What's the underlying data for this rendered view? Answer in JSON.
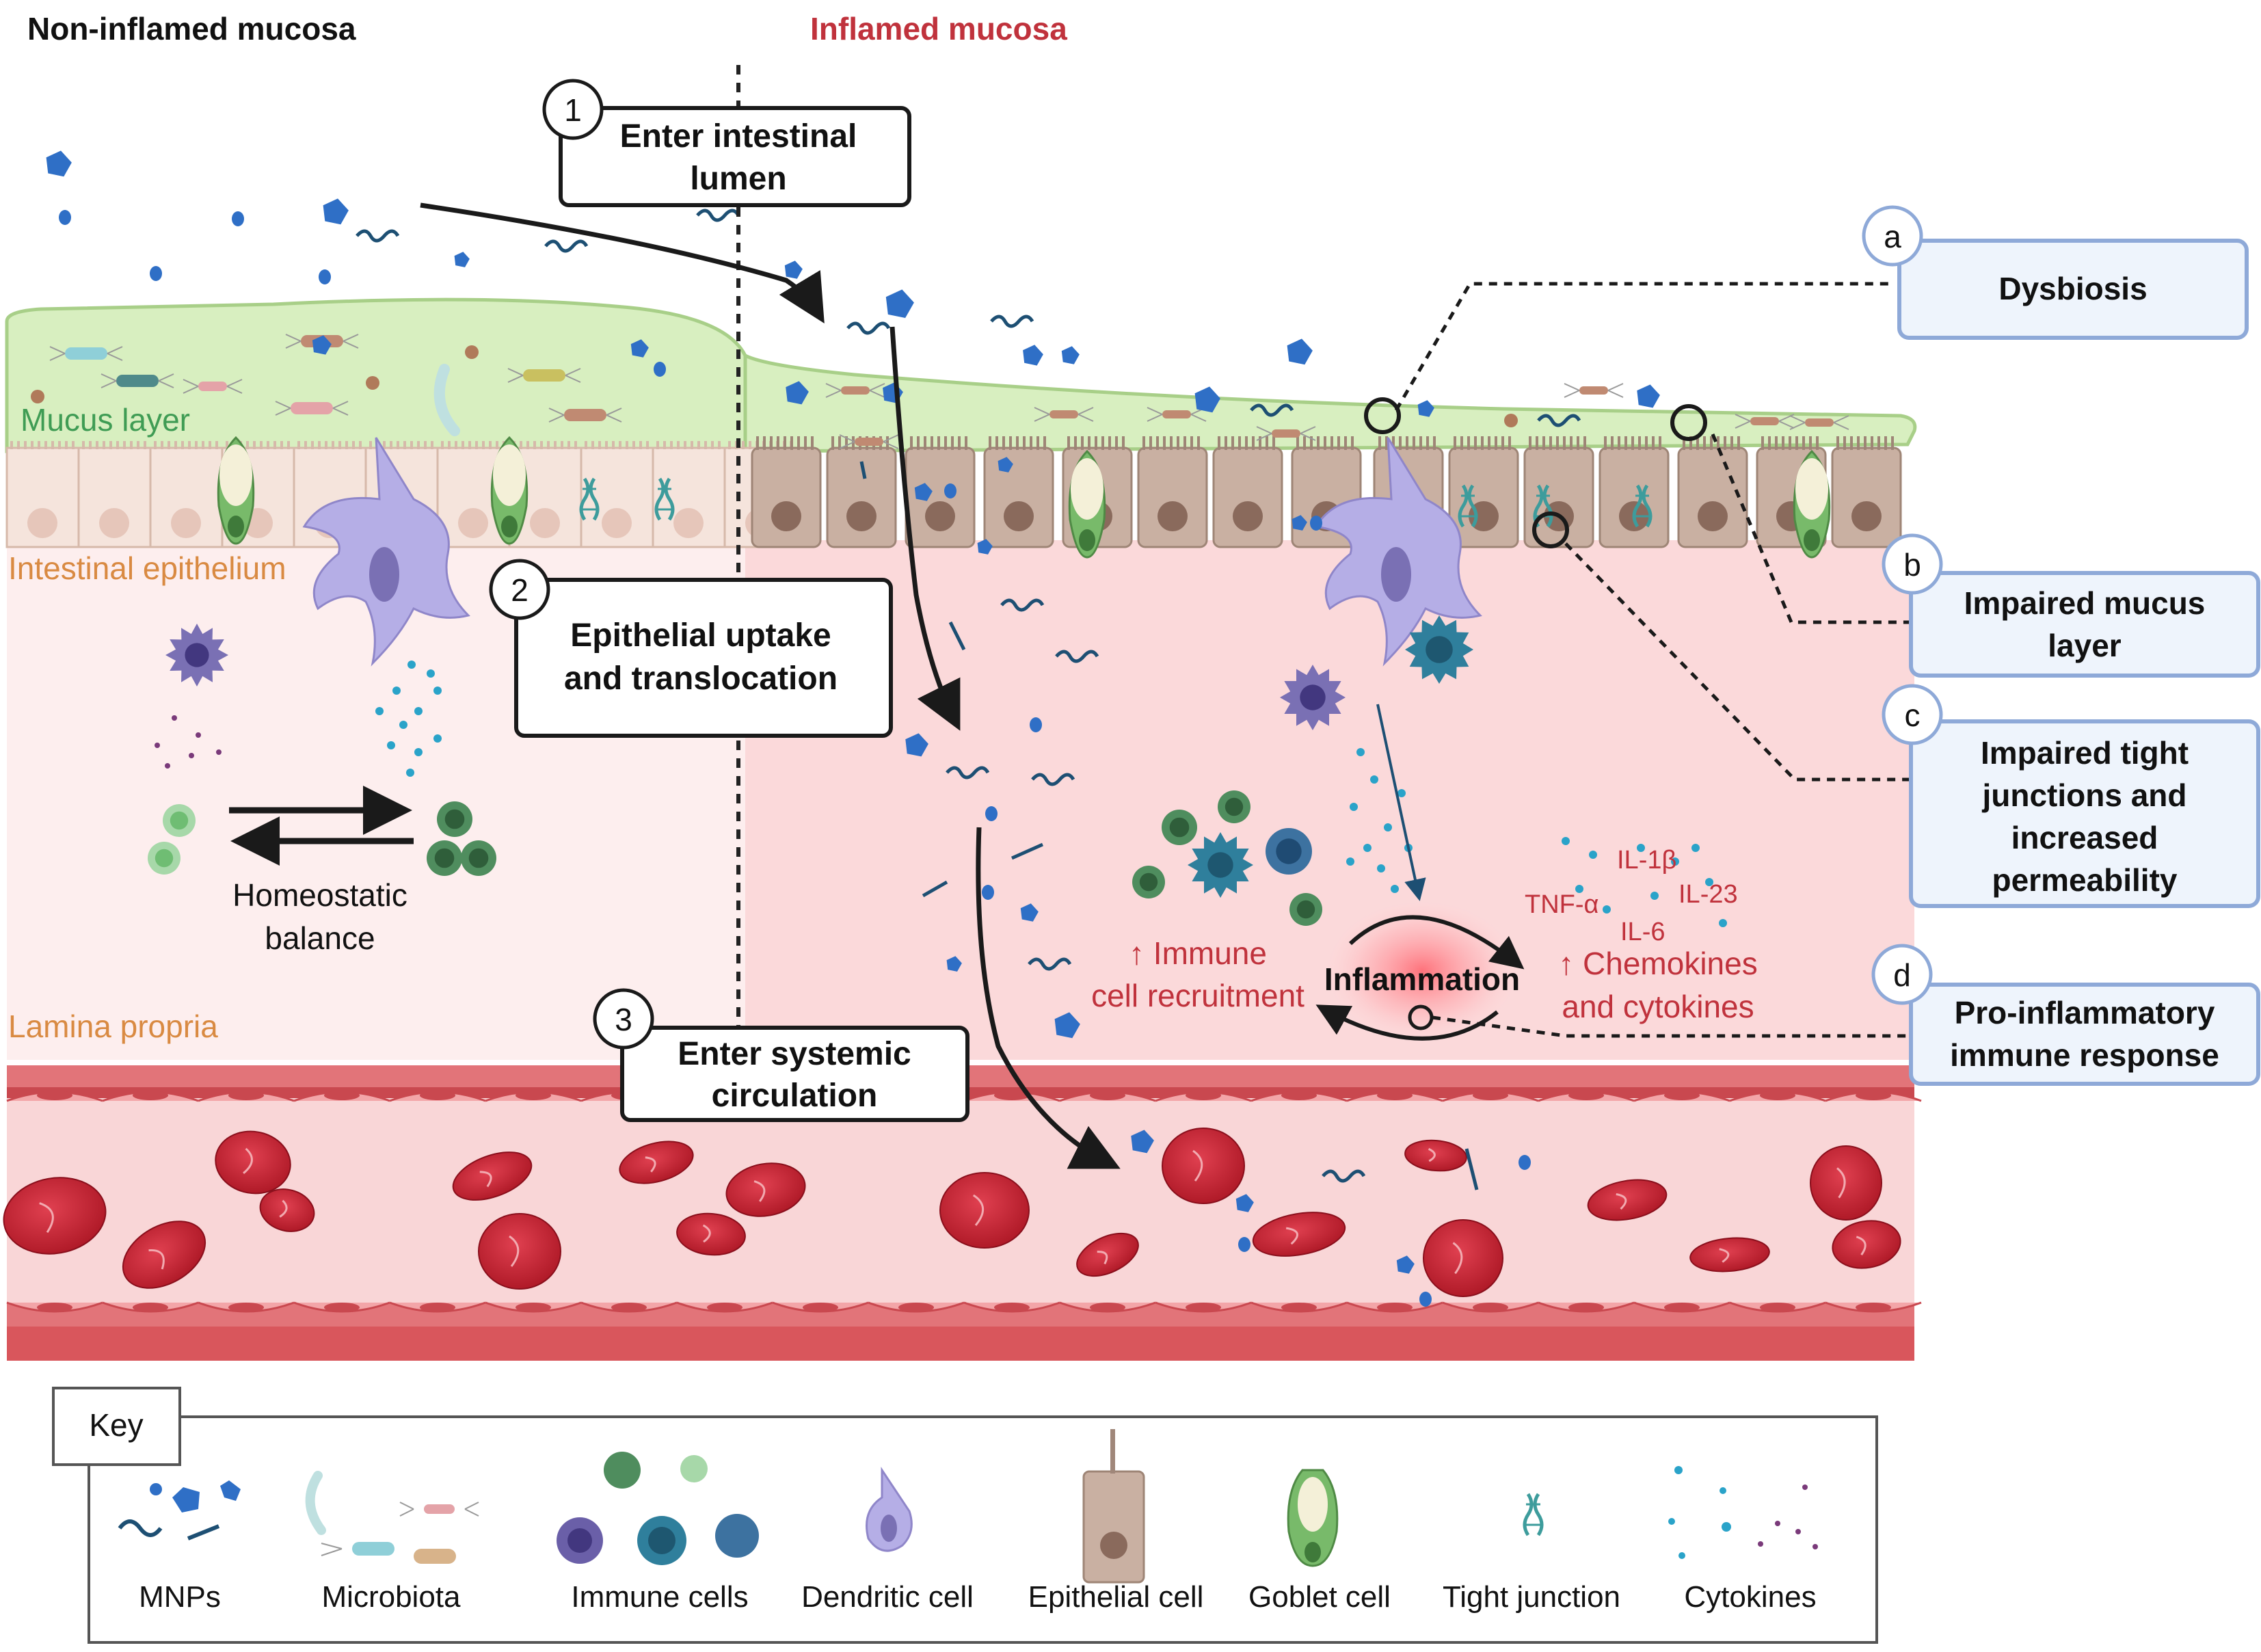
{
  "headers": {
    "left": "Non-inflamed mucosa",
    "right": "Inflamed mucosa"
  },
  "steps": [
    {
      "num": "1",
      "line1": "Enter intestinal",
      "line2": "lumen"
    },
    {
      "num": "2",
      "line1": "Epithelial uptake",
      "line2": "and translocation"
    },
    {
      "num": "3",
      "line1": "Enter systemic",
      "line2": "circulation"
    }
  ],
  "layers": {
    "mucus": "Mucus layer",
    "epithelium": "Intestinal epithelium",
    "lamina": "Lamina propria"
  },
  "homeostatic": {
    "line1": "Homeostatic",
    "line2": "balance"
  },
  "side_boxes": [
    {
      "letter": "a",
      "lines": [
        "Dysbiosis"
      ]
    },
    {
      "letter": "b",
      "lines": [
        "Impaired mucus",
        "layer"
      ]
    },
    {
      "letter": "c",
      "lines": [
        "Impaired tight",
        "junctions and",
        "increased",
        "permeability"
      ]
    },
    {
      "letter": "d",
      "lines": [
        "Pro-inflammatory",
        "immune response"
      ]
    }
  ],
  "inflammation": {
    "center": "Inflammation",
    "recruit_line1": "↑ Immune",
    "recruit_line2": "cell recruitment",
    "chem_line1": "↑ Chemokines",
    "chem_line2": "and cytokines",
    "cytokines": [
      "TNF-α",
      "IL-1β",
      "IL-23",
      "IL-6"
    ]
  },
  "key": {
    "title": "Key",
    "items": [
      "MNPs",
      "Microbiota",
      "Immune cells",
      "Dendritic cell",
      "Epithelial cell",
      "Goblet cell",
      "Tight junction",
      "Cytokines"
    ]
  },
  "colors": {
    "inflamed_red": "#c0323c",
    "mucus": "#d8efc0",
    "mnp_blue": "#2f6fc6",
    "box_border": "#8ea9d8",
    "box_fill": "#eef4fc"
  }
}
